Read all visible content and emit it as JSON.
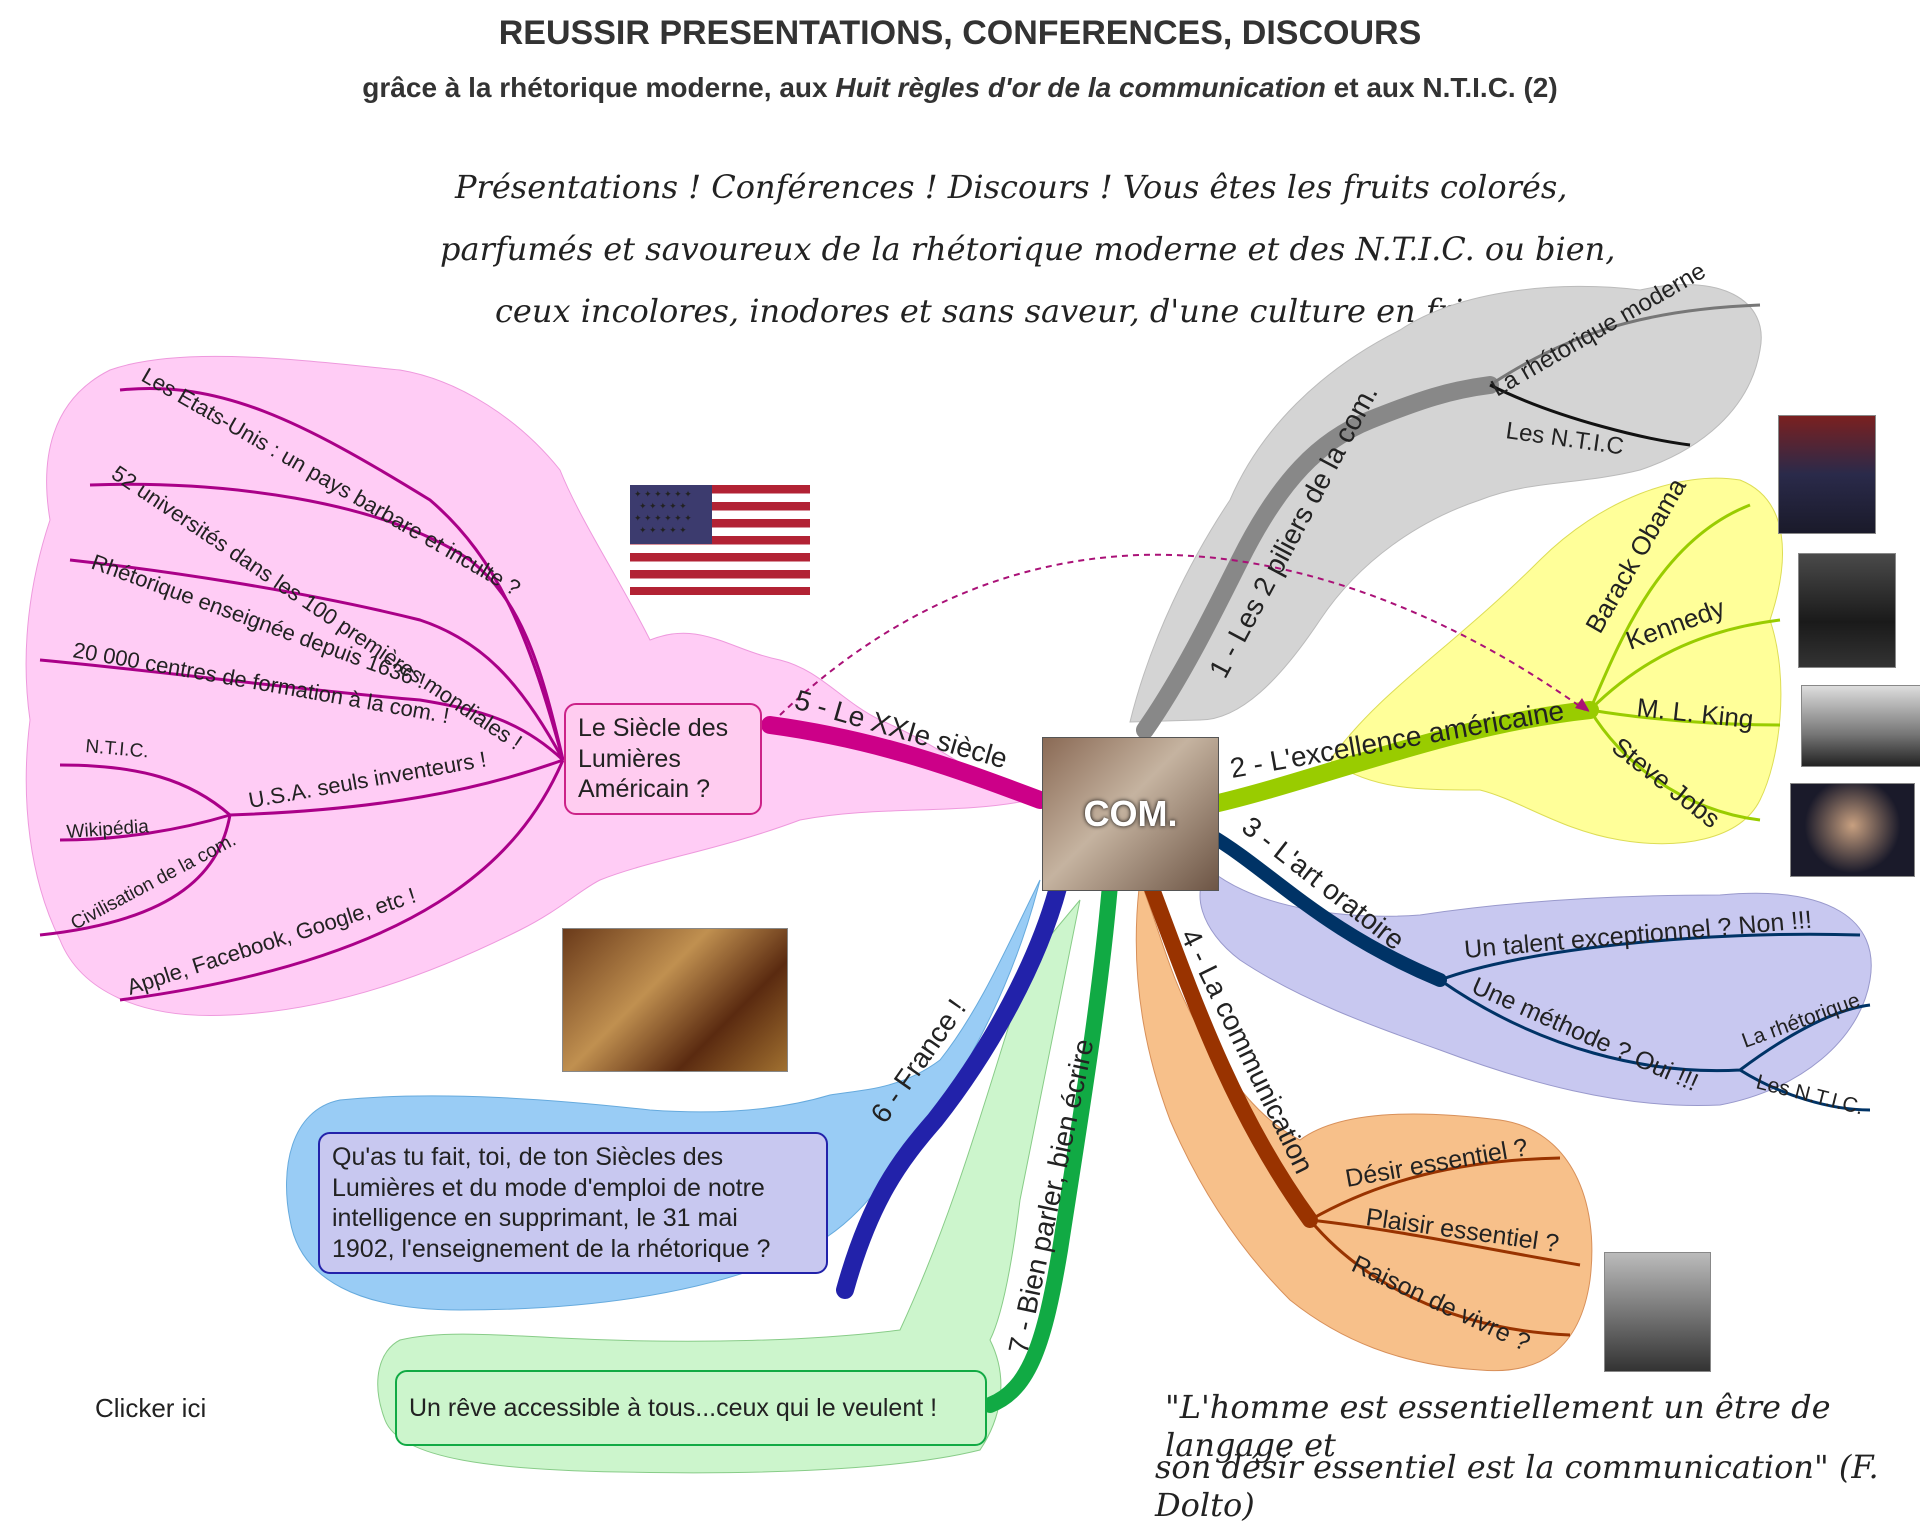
{
  "header": {
    "title": "REUSSIR PRESENTATIONS, CONFERENCES, DISCOURS",
    "subtitle_pre": "grâce à la rhétorique moderne, aux ",
    "subtitle_italic": "Huit règles d'or de la communication",
    "subtitle_post": " et aux N.T.I.C. (2)"
  },
  "quote_top": [
    "Présentations ! Conférences ! Discours ! Vous êtes les fruits colorés,",
    "parfumés et savoureux de la rhétorique moderne et des N.T.I.C. ou bien,",
    "ceux incolores, inodores et sans saveur, d'une culture en friches !"
  ],
  "center": {
    "label": "COM."
  },
  "branches": {
    "b1": {
      "label": "1 - Les 2 piliers de la com.",
      "color": "#888888",
      "children": [
        "La rhétorique moderne",
        "Les N.T.I.C"
      ]
    },
    "b2": {
      "label": "2 - L'excellence américaine",
      "color": "#99cc00",
      "children": [
        "Barack Obama",
        "Kennedy",
        "M. L. King",
        "Steve Jobs"
      ]
    },
    "b3": {
      "label": "3 - L'art oratoire",
      "color": "#003366",
      "children": [
        "Un talent exceptionnel ? Non !!!",
        "Une méthode ? Oui !!!",
        "La rhétorique",
        "Les N.T.I.C."
      ]
    },
    "b4": {
      "label": "4 - La communication",
      "color": "#993300",
      "children": [
        "Désir essentiel ?",
        "Plaisir essentiel ?",
        "Raison de vivre ?"
      ]
    },
    "b5": {
      "label": "5 - Le XXIe siècle",
      "color": "#cc0088",
      "box": [
        "Le Siècle des",
        "Lumières",
        "Américain ?"
      ],
      "children": [
        "Les Etats-Unis : un pays barbare et inculte ?",
        "52 universités dans les 100 premières mondiales !",
        "Rhétorique enseignée depuis 1636 !",
        "20 000 centres de formation à la com. !",
        "U.S.A. seuls inventeurs !",
        "N.T.I.C.",
        "Wikipédia",
        "Civilisation de la com.",
        "Apple, Facebook, Google, etc !"
      ]
    },
    "b6": {
      "label": "6 - France !",
      "color": "#2222aa",
      "box": [
        "Qu'as tu fait, toi, de ton Siècles des",
        "Lumières et du mode d'emploi de notre",
        "intelligence en supprimant, le 31 mai",
        "1902, l'enseignement de la rhétorique ?"
      ]
    },
    "b7": {
      "label": "7 - Bien parler, bien écrire",
      "color": "#11aa44",
      "box": "Un rêve accessible à tous...ceux qui le veulent !"
    }
  },
  "quote_bottom": [
    "\"L'homme est essentiellement un être de langage et",
    "son désir essentiel est la communication\" (F. Dolto)"
  ],
  "link": {
    "label": "Clicker ici"
  }
}
